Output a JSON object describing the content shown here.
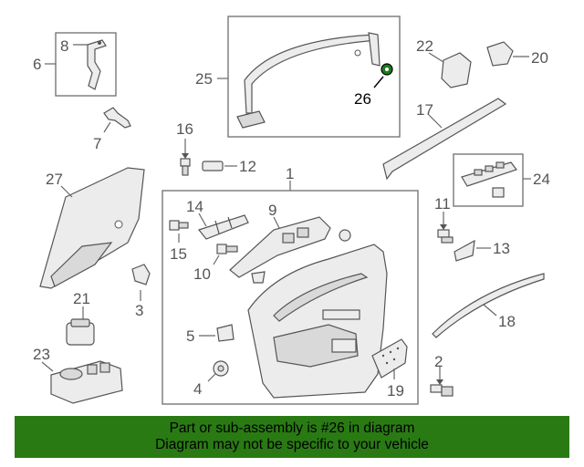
{
  "callouts": {
    "c1": "1",
    "c2": "2",
    "c3": "3",
    "c4": "4",
    "c5": "5",
    "c6": "6",
    "c7": "7",
    "c8": "8",
    "c9": "9",
    "c10": "10",
    "c11": "11",
    "c12": "12",
    "c13": "13",
    "c14": "14",
    "c15": "15",
    "c16": "16",
    "c17": "17",
    "c18": "18",
    "c19": "19",
    "c20": "20",
    "c21": "21",
    "c22": "22",
    "c23": "23",
    "c24": "24",
    "c25": "25",
    "c26": "26",
    "c27": "27"
  },
  "highlight": {
    "part_number": "26",
    "color": "#1f7a1f"
  },
  "banner": {
    "line1": "Part or sub-assembly is #26 in diagram",
    "line2": "Diagram may not be specific to your vehicle",
    "background": "#2a7a14"
  }
}
